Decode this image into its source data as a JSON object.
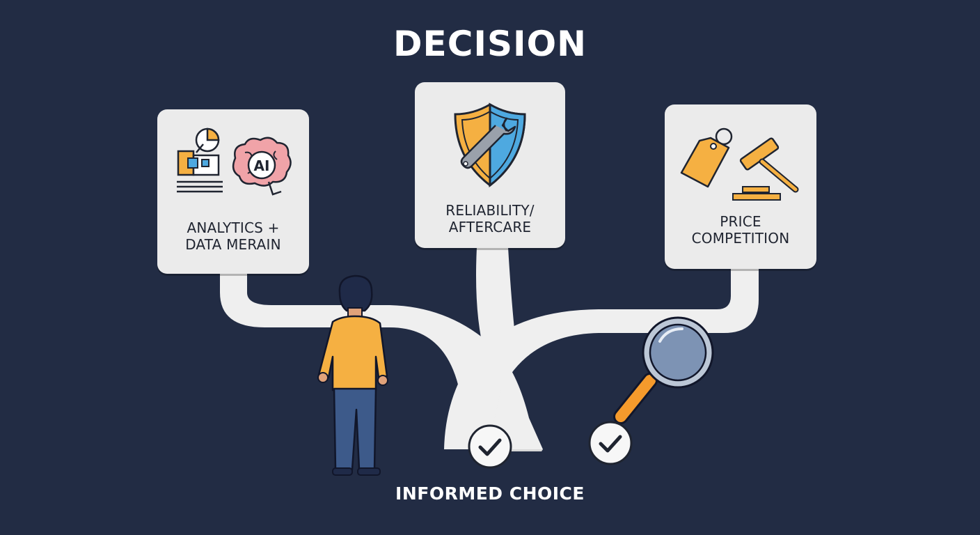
{
  "title": "DECISION",
  "options": [
    {
      "line1": "ANALYTICS +",
      "line2": "DATA MERAIN",
      "icon": "ai-brain-analytics-icon",
      "badge": "AI"
    },
    {
      "line1": "RELIABILITY/",
      "line2": "AFTERCARE",
      "icon": "shield-wrench-icon"
    },
    {
      "line1": "PRICE",
      "line2": "COMPETITION",
      "icon": "price-tag-gavel-icon"
    }
  ],
  "outcome": "INFORMED CHOICE",
  "colors": {
    "background": "#222c44",
    "card": "#ebebeb",
    "accent_orange": "#f5b042",
    "accent_blue": "#4ea9e0",
    "path": "#efefef",
    "text_dark": "#1f2430"
  }
}
